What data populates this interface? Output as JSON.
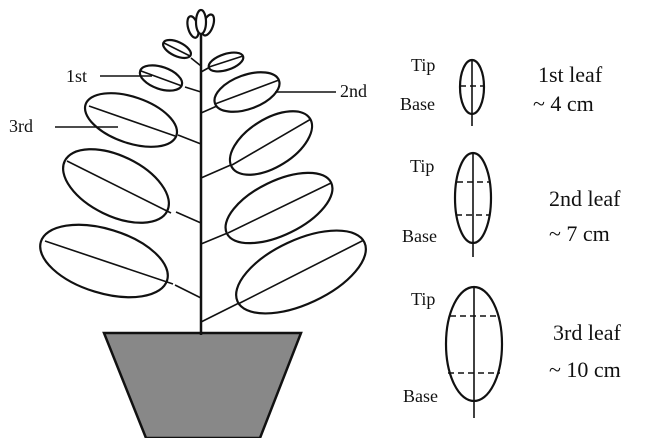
{
  "colors": {
    "pot": "#888888",
    "line": "#111111",
    "background": "#ffffff"
  },
  "plant_labels": {
    "first": "1st",
    "second": "2nd",
    "third": "3rd"
  },
  "leaves": [
    {
      "tip": "Tip",
      "base": "Base",
      "name": "1st leaf",
      "length": "~ 4 cm"
    },
    {
      "tip": "Tip",
      "base": "Base",
      "name": "2nd leaf",
      "length": "~ 7 cm"
    },
    {
      "tip": "Tip",
      "base": "Base",
      "name": "3rd leaf",
      "length": "~ 10 cm"
    }
  ]
}
